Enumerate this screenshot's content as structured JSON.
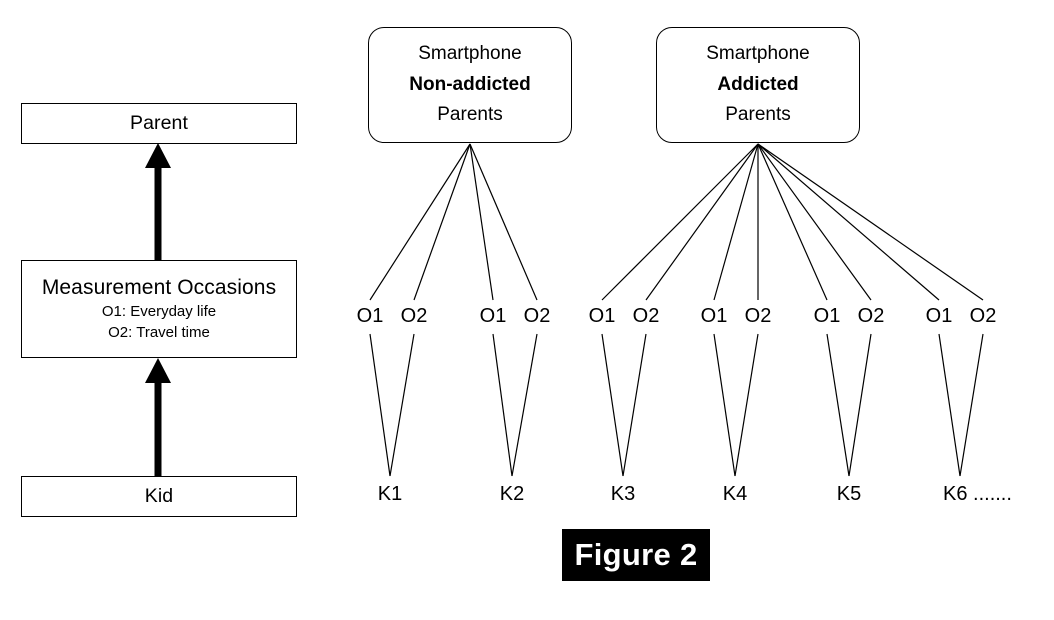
{
  "figure": {
    "caption": "Figure 2"
  },
  "legend_panel": {
    "top_box": {
      "label": "Parent"
    },
    "middle_box": {
      "title": "Measurement Occasions",
      "line1": "O1: Everyday life",
      "line2": "O2: Travel time"
    },
    "bottom_box": {
      "label": "Kid"
    },
    "arrows": [
      {
        "name": "kid-to-occasions-arrow",
        "direction": "up"
      },
      {
        "name": "occasions-to-parent-arrow",
        "direction": "up"
      }
    ]
  },
  "tree": {
    "groups": [
      {
        "id": "non-addicted",
        "line1": "Smartphone",
        "line2": "Non-addicted",
        "line3": "Parents",
        "kids": [
          {
            "label": "K1",
            "occasions": [
              "O1",
              "O2"
            ]
          },
          {
            "label": "K2",
            "occasions": [
              "O1",
              "O2"
            ]
          }
        ]
      },
      {
        "id": "addicted",
        "line1": "Smartphone",
        "line2": "Addicted",
        "line3": "Parents",
        "kids": [
          {
            "label": "K3",
            "occasions": [
              "O1",
              "O2"
            ]
          },
          {
            "label": "K4",
            "occasions": [
              "O1",
              "O2"
            ]
          },
          {
            "label": "K5",
            "occasions": [
              "O1",
              "O2"
            ]
          },
          {
            "label": "K6 .......",
            "occasions": [
              "O1",
              "O2"
            ]
          }
        ]
      }
    ]
  },
  "colors": {
    "stroke": "#000000",
    "background": "#ffffff",
    "caption_background": "#000000",
    "caption_text": "#ffffff"
  }
}
